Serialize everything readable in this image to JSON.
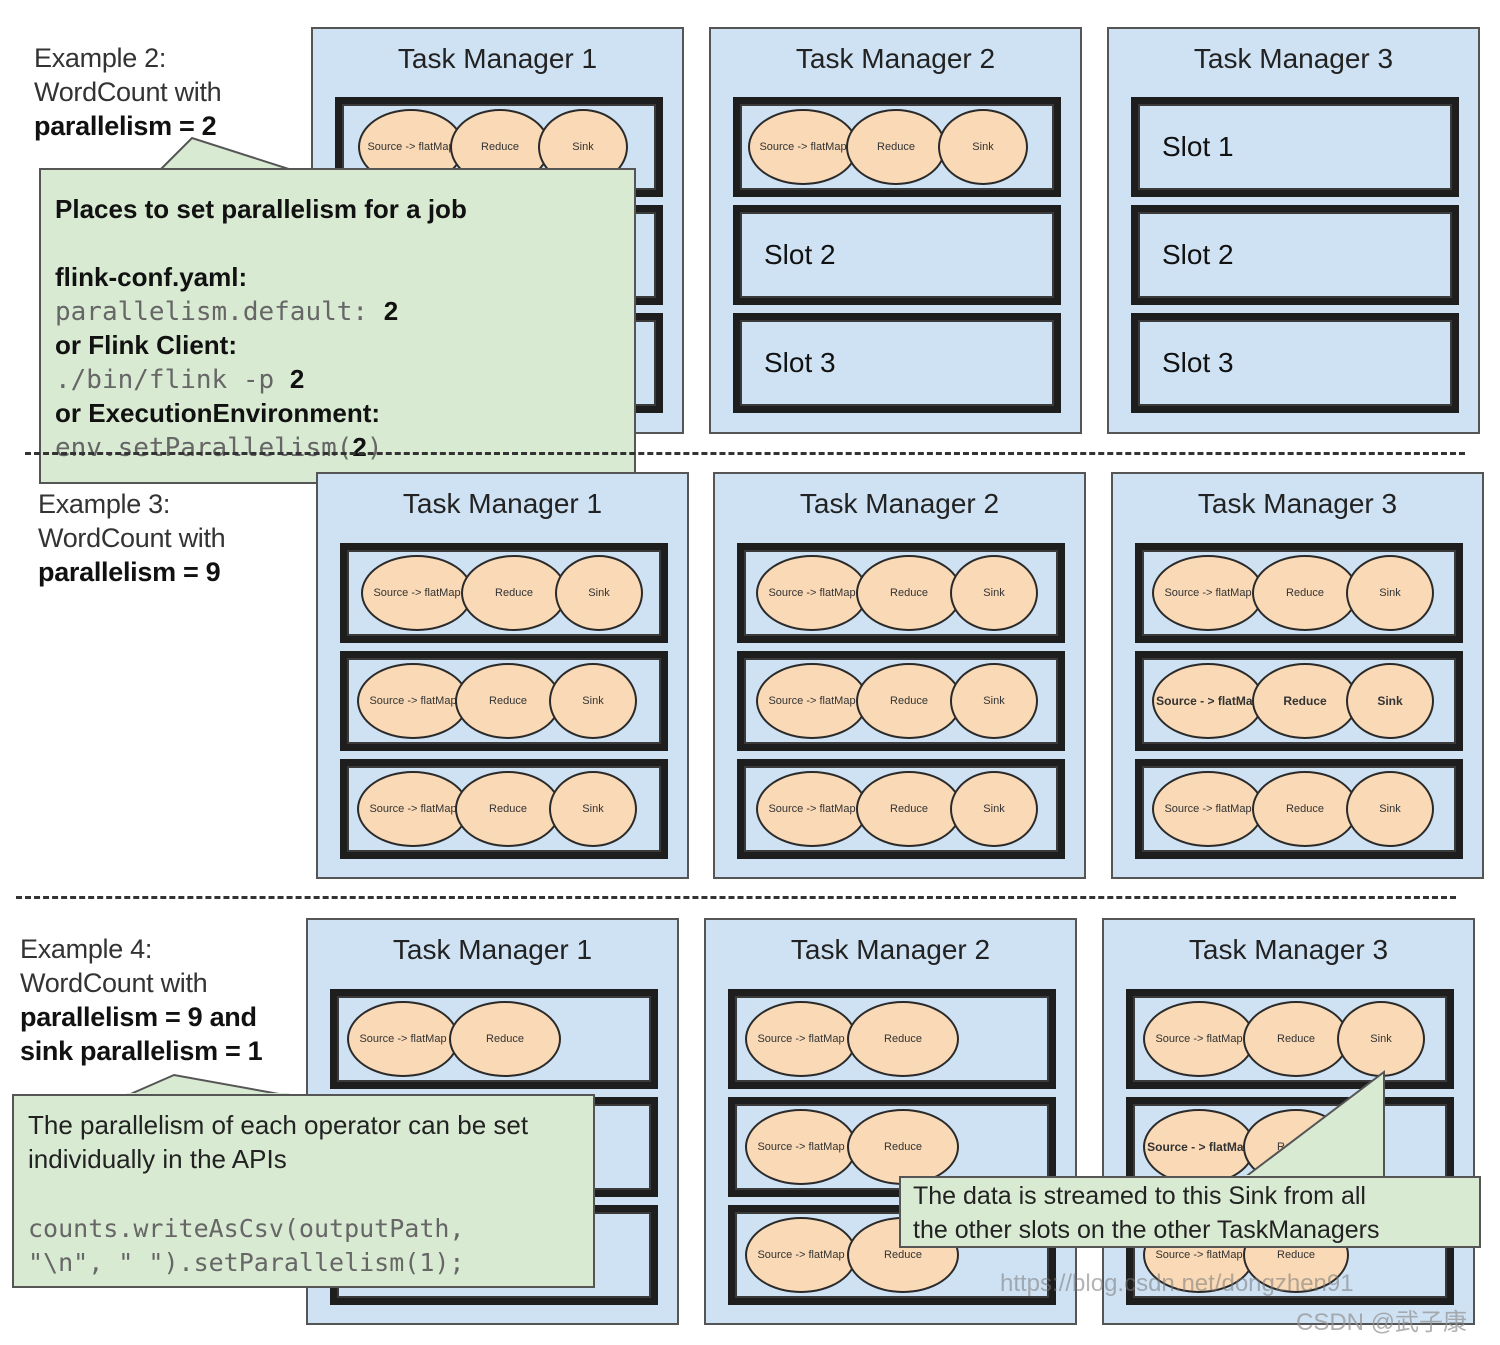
{
  "examples": [
    {
      "line1": "Example 2:",
      "line2": "WordCount with",
      "line3": "parallelism = 2"
    },
    {
      "line1": "Example 3:",
      "line2": "WordCount with",
      "line3": "parallelism = 9"
    },
    {
      "line1": "Example 4:",
      "line2": "WordCount with",
      "line3": "parallelism = 9 and",
      "line4": "sink parallelism = 1"
    }
  ],
  "tm_titles": [
    "Task Manager 1",
    "Task Manager 2",
    "Task Manager 3"
  ],
  "slot_labels": [
    "Slot 1",
    "Slot 2",
    "Slot 3"
  ],
  "operators": {
    "source": "Source -> flatMap",
    "source_bold": "Source - > flatMap",
    "reduce": "Reduce",
    "sink": "Sink"
  },
  "callout1": {
    "title": "Places to set parallelism for a job",
    "conf_label": "flink-conf.yaml:",
    "conf_code": "parallelism.default: ",
    "conf_value": "2",
    "client_label": "or Flink Client:",
    "client_code": "./bin/flink -p ",
    "client_value": "2",
    "env_label": "or ExecutionEnvironment:",
    "env_code_pre": "env.setParallelism(",
    "env_value": "2",
    "env_code_post": ")"
  },
  "callout2": {
    "line1": "The parallelism of each operator can be set",
    "line2": "individually in the APIs",
    "code1": "counts.writeAsCsv(outputPath,",
    "code2": "\"\\n\", \" \").setParallelism(1);"
  },
  "callout3": {
    "line1": "The data is streamed to this Sink from all",
    "line2": "the other slots on the other TaskManagers"
  },
  "watermark": {
    "url": "https://blog.csdn.net/dongzhen91",
    "credit": "CSDN @武子康"
  }
}
